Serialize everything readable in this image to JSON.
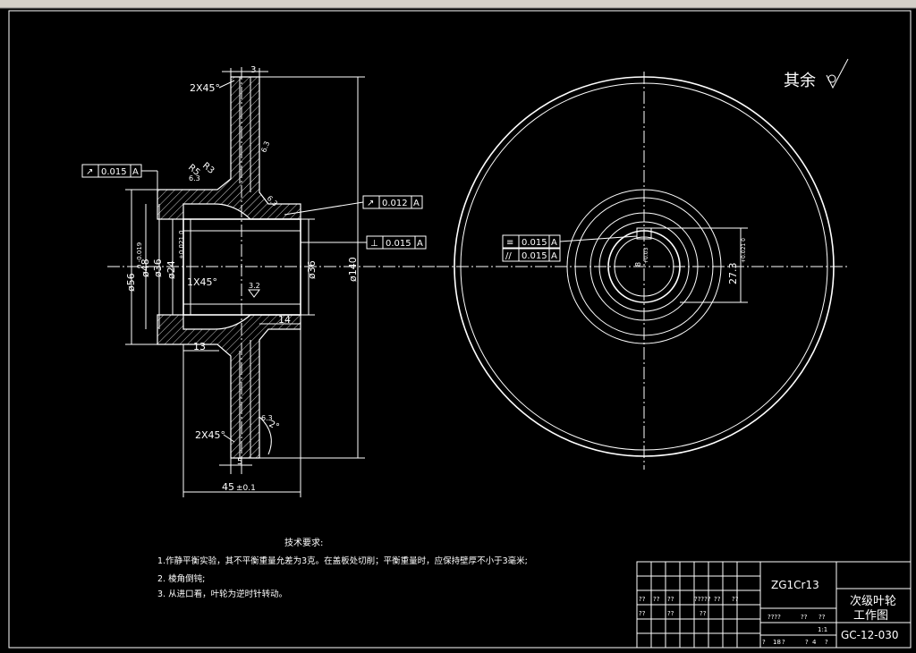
{
  "window": {
    "title_bar_color": "#d4d0c8",
    "background": "#000000",
    "line_color": "#ffffff"
  },
  "surface_note": "其余",
  "dims": {
    "top_w": "3",
    "chamfer_top": "2X45°",
    "chamfer_bot": "2X45°",
    "ra_top": "6.3",
    "r5": "R5",
    "r3": "R3",
    "ra_left": "6.3",
    "ra_mid": "6.3",
    "d56": "ø56",
    "d56_tol": "0\n-0.019",
    "d48": "ø48",
    "d36a": "ø36",
    "d24": "ø24",
    "d24_tol": "+0.021\n0",
    "d36b": "ø36",
    "d140": "ø140",
    "chamfer_in": "1X45°",
    "ra_in": "3.2",
    "dim14": "14",
    "dim13": "13",
    "dim5": "5",
    "dim45": "45",
    "dim45_tol": "±0.1",
    "angle": "2°",
    "ra_low": "6.3",
    "key_w": "8",
    "key_tol": "+0.03",
    "key_h": "27.3",
    "key_h_tol": "+0.021\n0"
  },
  "gdt": {
    "f1": {
      "sym": "↗",
      "val": "0.015",
      "ref": "A"
    },
    "f2": {
      "sym": "↗",
      "val": "0.012",
      "ref": "A"
    },
    "f3": {
      "sym": "⊥",
      "val": "0.015",
      "ref": "A"
    },
    "f4": {
      "sym": "≡",
      "val": "0.015",
      "ref": "A"
    },
    "f5": {
      "sym": "//",
      "val": "0.015",
      "ref": "A"
    }
  },
  "notes": {
    "title": "技术要求:",
    "items": [
      "1.作静平衡实验，其不平衡重量允差为3克。在盖板处切削；平衡重量时，应保持壁厚不小于3毫米;",
      "2. 棱角倒钝;",
      "3. 从进口看，叶轮为逆时针转动。"
    ]
  },
  "title_block": {
    "material": "ZG1Cr13",
    "name_line1": "次级叶轮",
    "name_line2": "工作图",
    "drawing_no": "GC-12-030",
    "scale": "1:1",
    "cells": [
      "??",
      "??",
      "??",
      "?????",
      "??",
      "??",
      "??",
      "??",
      "??",
      "????",
      "??",
      "??",
      "?",
      "18",
      "?",
      "?",
      "4",
      "?"
    ]
  }
}
